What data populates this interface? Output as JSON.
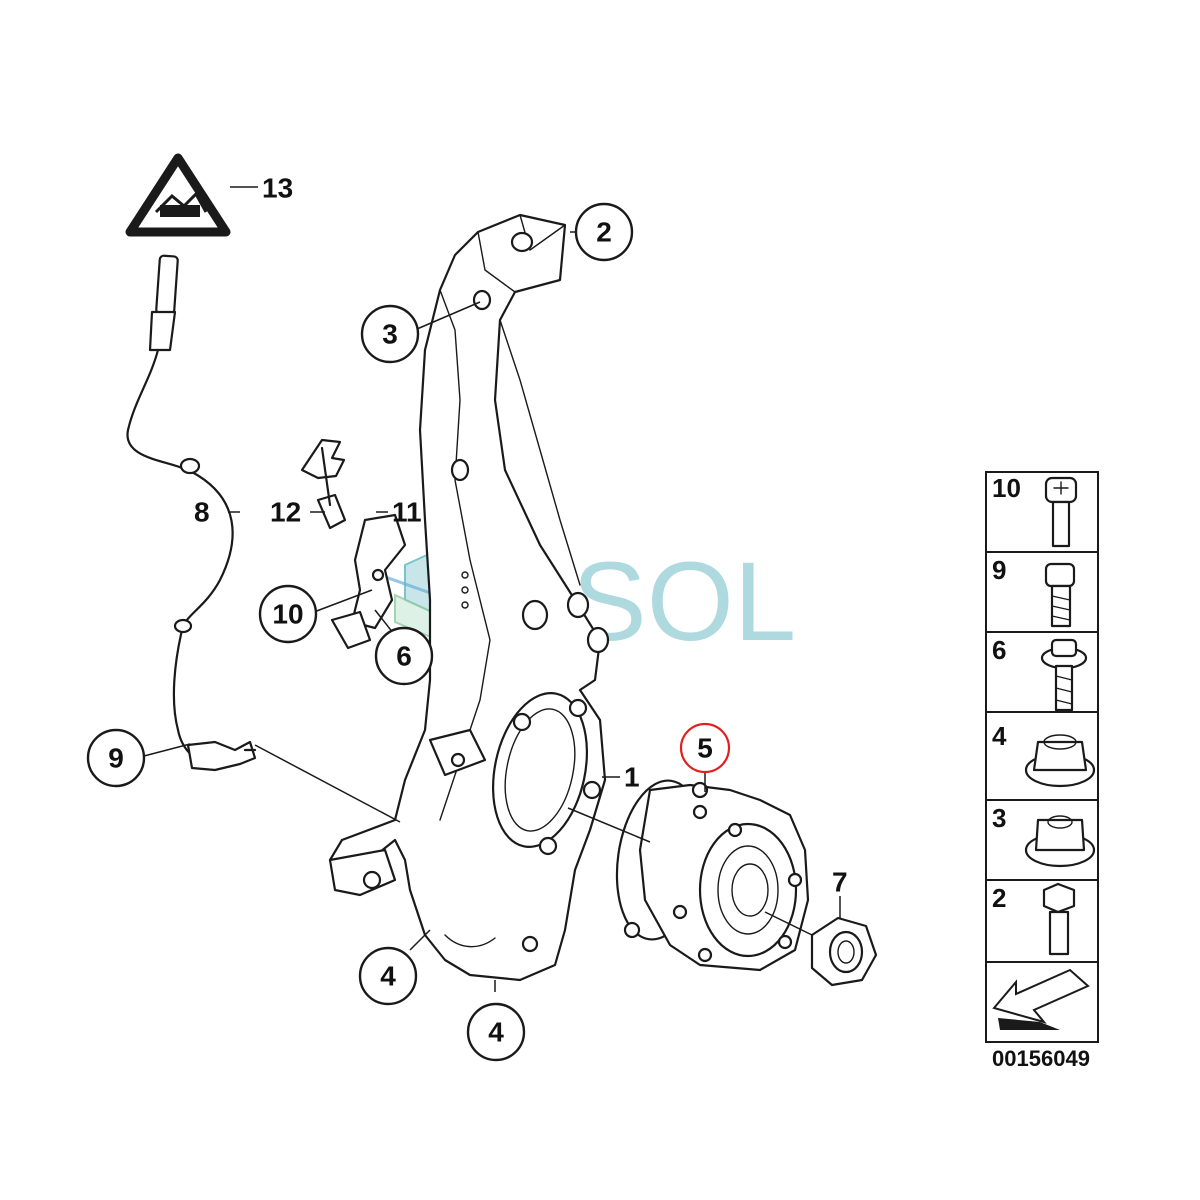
{
  "watermark": {
    "text": "SOL",
    "color": "#9fd3da"
  },
  "callouts": {
    "c2": "2",
    "c3": "3",
    "c10": "10",
    "c6": "6",
    "c9": "9",
    "c5": "5",
    "c4a": "4",
    "c4b": "4"
  },
  "labels": {
    "l13": "13",
    "l12": "12",
    "l11": "11",
    "l8": "8",
    "l1": "1",
    "l7": "7"
  },
  "fastener_panel": {
    "rows": [
      "10",
      "9",
      "6",
      "4",
      "3",
      "2"
    ]
  },
  "diagram_code": "00156049",
  "colors": {
    "highlight": "#e02020",
    "ink": "#1a1a1a"
  },
  "icons": {
    "sensor_warning": "warning-triangle-icon",
    "direction": "arrow-icon"
  }
}
